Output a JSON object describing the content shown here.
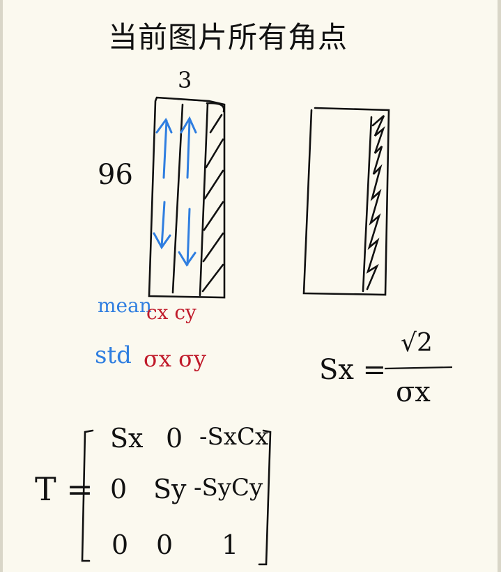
{
  "title": "当前图片所有角点",
  "left_rect": {
    "width_label": "3",
    "height_label": "96"
  },
  "stats": {
    "mean_label": "mean",
    "mean_values": "cx cy",
    "std_label": "std",
    "std_values": "σx σy"
  },
  "sx_formula": {
    "lhs": "Sx =",
    "numerator": "√2",
    "denominator": "σx"
  },
  "matrix": {
    "name": "T =",
    "rows": [
      [
        "Sx",
        "0",
        "-SxCx"
      ],
      [
        "0",
        "Sy",
        "-SyCy"
      ],
      [
        "0",
        "0",
        "1"
      ]
    ]
  },
  "colors": {
    "ink": "#111111",
    "blue": "#2f7ee0",
    "red": "#c01b2b",
    "paper": "#fbf9ef"
  }
}
